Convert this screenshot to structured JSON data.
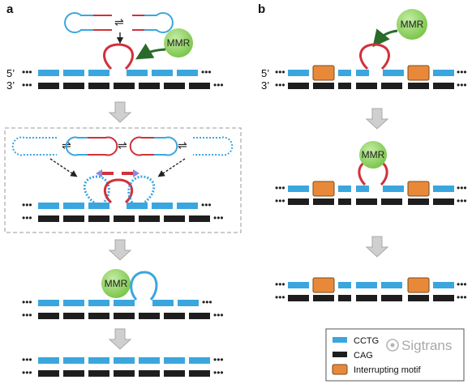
{
  "panels": {
    "a": "a",
    "b": "b"
  },
  "strands": {
    "five_prime": "5’",
    "three_prime": "3’"
  },
  "mmr_label": "MMR",
  "legend": {
    "items": [
      {
        "label": "CCTG",
        "color": "#3aa6df"
      },
      {
        "label": "CAG",
        "color": "#1e1e1e"
      },
      {
        "label": "Interrupting motif",
        "color": "#e8893a"
      }
    ]
  },
  "watermark": "Sigtrans",
  "colors": {
    "cctg_blue": "#3aa6df",
    "cag_black": "#1e1e1e",
    "loop_red": "#d0313b",
    "mmr_green": "#8ccf5e",
    "interrupt_orange": "#e8893a",
    "arrow_gray": "#c8c8c8",
    "dashed_box": "#9a9a9a"
  }
}
